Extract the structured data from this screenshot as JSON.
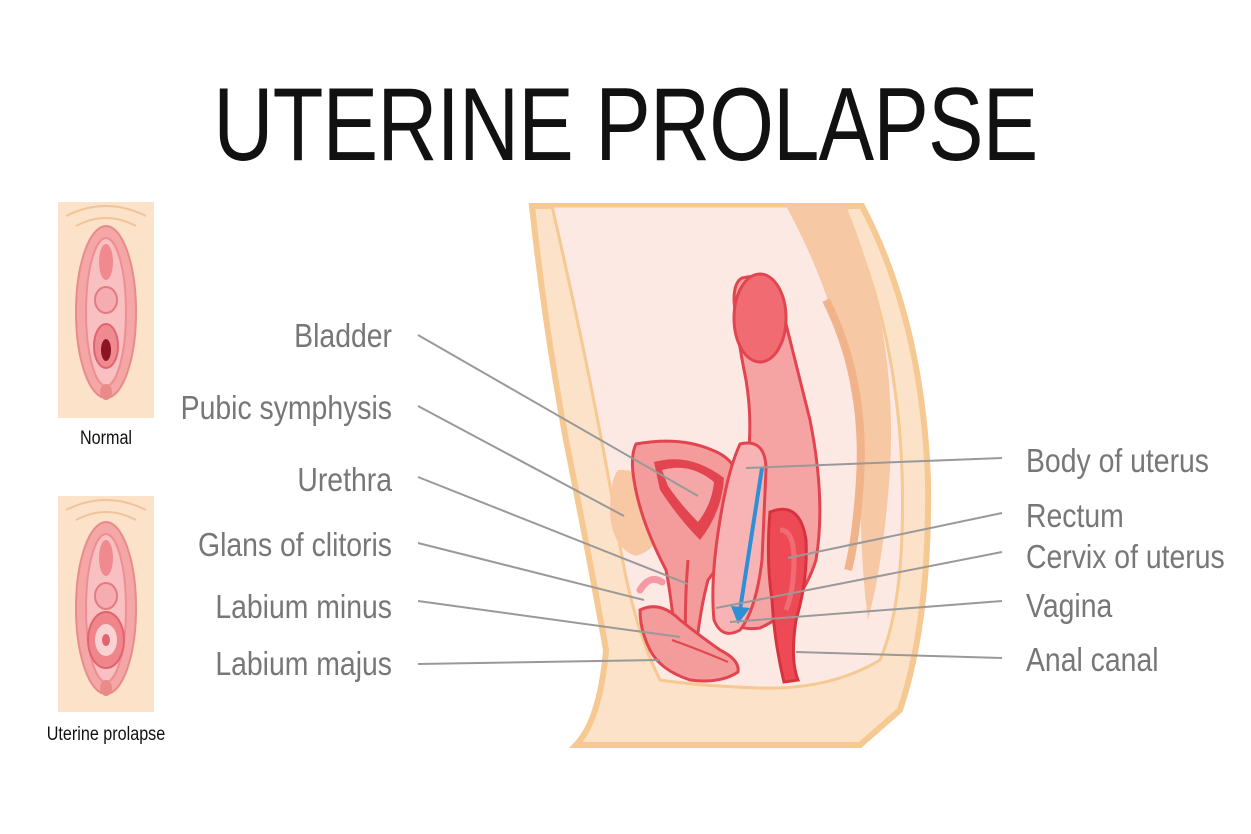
{
  "title": "UTERINE PROLAPSE",
  "thumbnails": [
    {
      "caption": "Normal"
    },
    {
      "caption": "Uterine prolapse"
    }
  ],
  "labels_left": [
    "Bladder",
    "Pubic symphysis",
    "Urethra",
    "Glans of clitoris",
    "Labium minus",
    "Labium majus"
  ],
  "labels_right": [
    "Body of uterus",
    "Rectum",
    "Cervix of uterus",
    "Vagina",
    "Anal canal"
  ],
  "colors": {
    "skin": "#fbe2c8",
    "skin_outline": "#f6c892",
    "organ_light": "#f5a3a3",
    "organ_mid": "#f06c72",
    "organ_dark": "#d9323f",
    "leader_line": "#999999",
    "arrow": "#2f8fd6"
  }
}
